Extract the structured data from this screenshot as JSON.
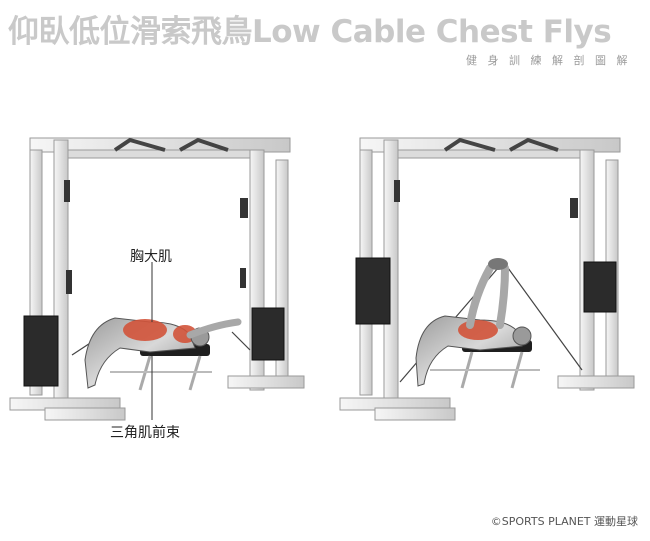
{
  "header": {
    "title": "仰臥低位滑索飛鳥Low Cable Chest Flys",
    "subtitle": "健身訓練解剖圖解"
  },
  "labels": {
    "chest": "胸大肌",
    "deltoid": "三角肌前束"
  },
  "footer": {
    "credit": "©SPORTS PLANET 運動星球"
  },
  "colors": {
    "frame": "#e6e6e6",
    "frame_stroke": "#9a9a9a",
    "weight_stack": "#2b2b2b",
    "muscle_target": "#d2533a",
    "body": "#bdbdbd",
    "bench": "#1f1f1f"
  }
}
